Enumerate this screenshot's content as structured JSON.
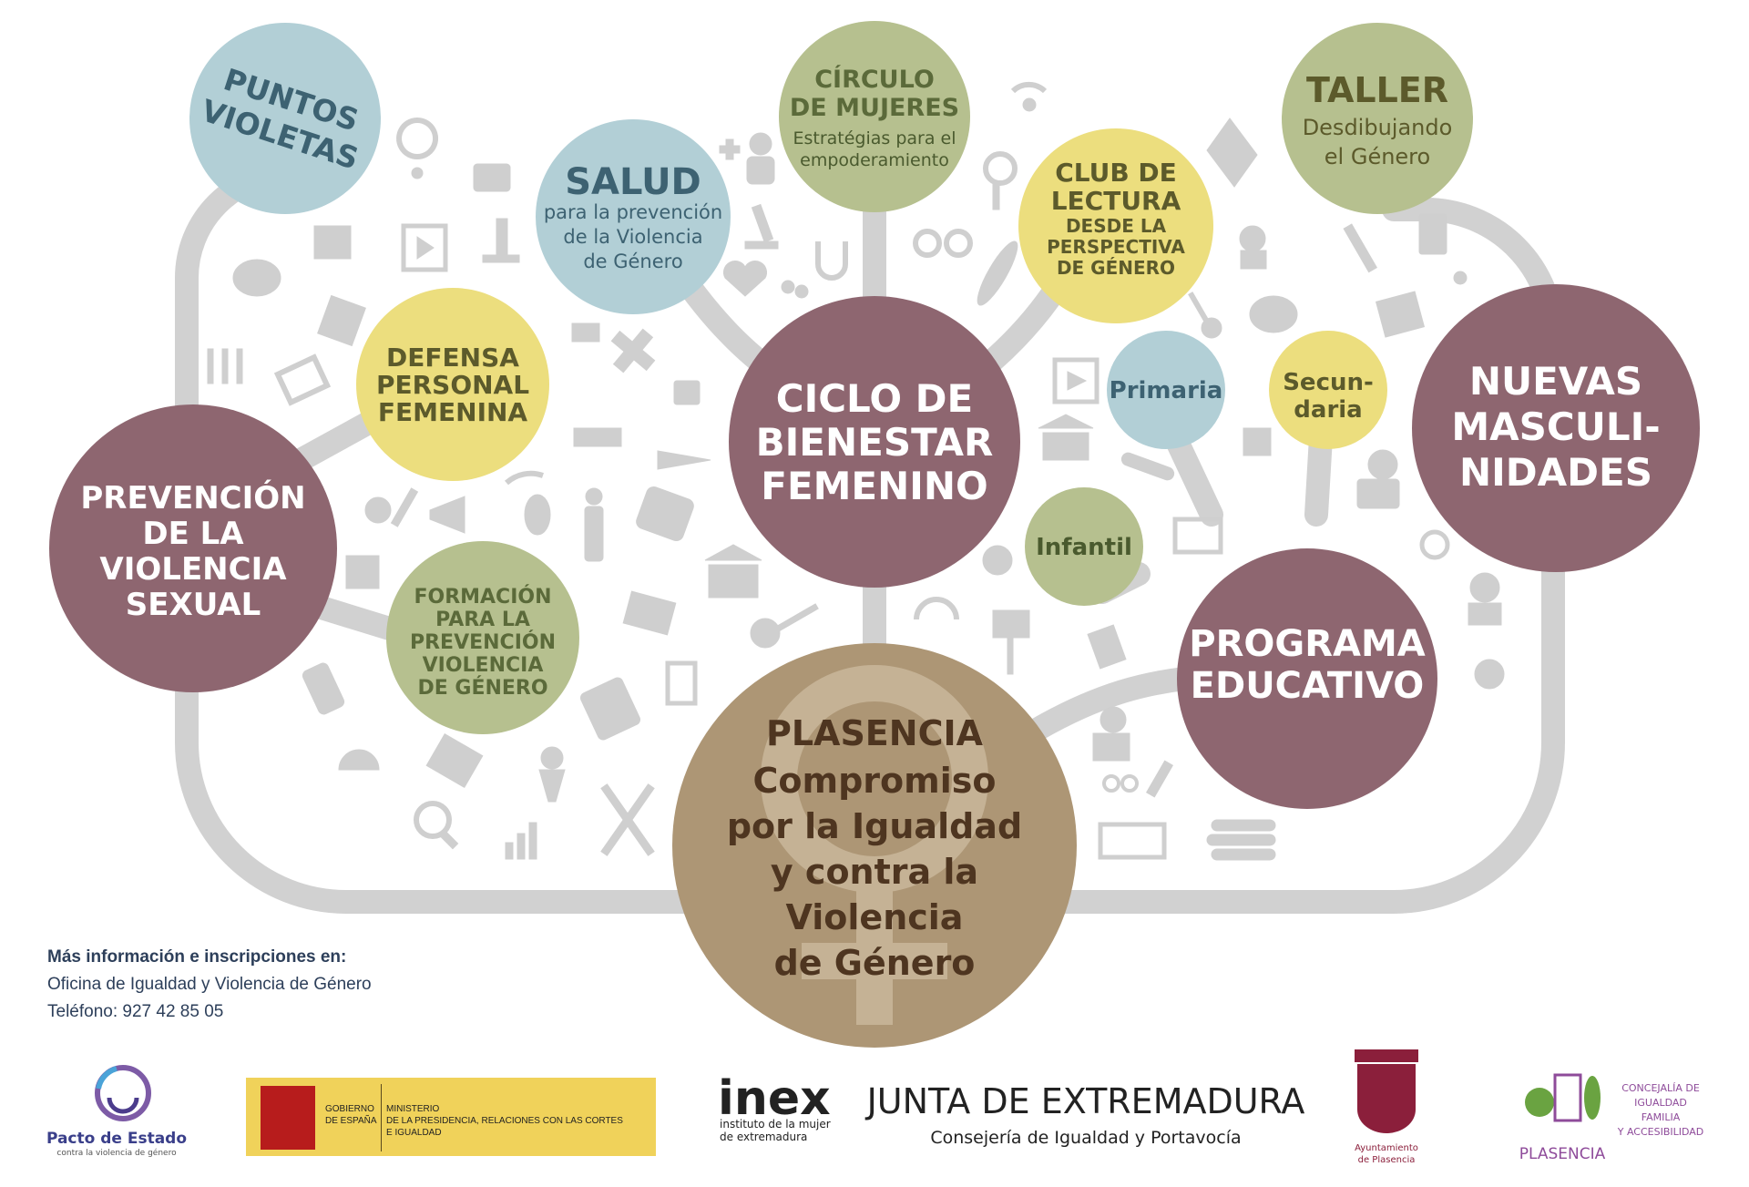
{
  "circles": {
    "puntos": [
      "PUNTOS",
      "VIOLETAS"
    ],
    "circulo": {
      "title": [
        "CÍRCULO",
        "DE MUJERES"
      ],
      "sub": [
        "Estratégias para el",
        "empoderamiento"
      ]
    },
    "taller": {
      "title": "TALLER",
      "sub": [
        "Desdibujando",
        "el Género"
      ]
    },
    "salud": {
      "title": "SALUD",
      "sub": [
        "para la prevención",
        "de la Violencia",
        "de Género"
      ]
    },
    "club": {
      "title": [
        "CLUB DE",
        "LECTURA"
      ],
      "sub": [
        "DESDE LA",
        "PERSPECTIVA",
        "DE GÉNERO"
      ]
    },
    "defensa": [
      "DEFENSA",
      "PERSONAL",
      "FEMENINA"
    ],
    "ciclo": [
      "CICLO DE",
      "BIENESTAR",
      "FEMENINO"
    ],
    "primaria": "Primaria",
    "secundaria": [
      "Secun-",
      "daria"
    ],
    "nuevas": [
      "NUEVAS",
      "MASCULI-",
      "NIDADES"
    ],
    "prevencion": [
      "PREVENCIÓN",
      "DE LA",
      "VIOLENCIA",
      "SEXUAL"
    ],
    "infantil": "Infantil",
    "formacion": [
      "FORMACIÓN",
      "PARA LA",
      "PREVENCIÓN",
      "VIOLENCIA",
      "DE GÉNERO"
    ],
    "programa": [
      "PROGRAMA",
      "EDUCATIVO"
    ],
    "plasencia": [
      "PLASENCIA",
      "Compromiso",
      "por la Igualdad",
      "y contra la",
      "Violencia",
      "de Género"
    ]
  },
  "colors": {
    "plum": "#8e6670",
    "sage": "#b6c08f",
    "sky": "#b2cfd6",
    "yellow": "#ecde7e",
    "tan": "#ad9675",
    "branch": "#d1d1d1",
    "teal_text": "#3d6272",
    "green_text": "#5b6a3a",
    "olive_text": "#5c5a2b",
    "brown_text": "#4e3520"
  },
  "footer": {
    "heading": "Más información e inscripciones en:",
    "line1": "Oficina de Igualdad y Violencia de Género",
    "line2": "Teléfono: 927 42 85 05"
  },
  "logos": {
    "pacto": {
      "name": "Pacto de Estado",
      "sub": "contra la violencia de género"
    },
    "gobierno": {
      "left": [
        "GOBIERNO",
        "DE ESPAÑA"
      ],
      "right": [
        "MINISTERIO",
        "DE LA PRESIDENCIA, RELACIONES CON LAS CORTES",
        "E IGUALDAD"
      ]
    },
    "inex": {
      "mark": "inex",
      "sub1": "instituto de la mujer",
      "sub2": "de extremadura"
    },
    "junta": {
      "title": "JUNTA DE EXTREMADURA",
      "sub": "Consejería de Igualdad y Portavocía"
    },
    "ayto": [
      "Ayuntamiento",
      "de Plasencia"
    ],
    "plasencia": {
      "name": "PLASENCIA",
      "conc": [
        "CONCEJALÍA DE",
        "IGUALDAD",
        "FAMILIA",
        "Y ACCESIBILIDAD"
      ]
    }
  }
}
